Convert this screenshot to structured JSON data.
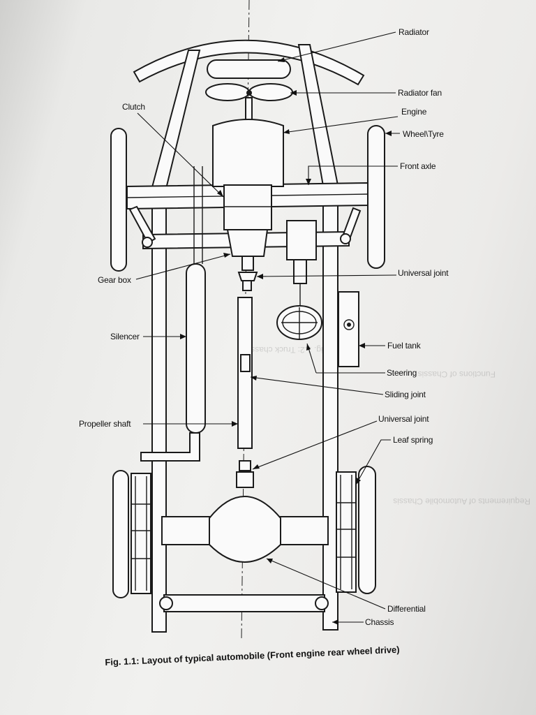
{
  "figure": {
    "caption": "Fig. 1.1: Layout of typical automobile (Front engine rear wheel drive)"
  },
  "labels": {
    "radiator": "Radiator",
    "radiator_fan": "Radiator fan",
    "clutch": "Clutch",
    "engine": "Engine",
    "wheel_tyre": "Wheel\\Tyre",
    "front_axle": "Front axle",
    "gear_box": "Gear box",
    "universal_joint_1": "Universal joint",
    "silencer": "Silencer",
    "fuel_tank": "Fuel tank",
    "steering": "Steering",
    "sliding_joint": "Sliding joint",
    "propeller_shaft": "Propeller shaft",
    "universal_joint_2": "Universal joint",
    "leaf_spring": "Leaf spring",
    "differential": "Differential",
    "chassis": "Chassis"
  },
  "bleed_through": {
    "line_1": "Functions of Chassis",
    "line_2": "Requirements of Automobile Chassis",
    "line_3": "Fig. 1.2: Truck chassis"
  }
}
